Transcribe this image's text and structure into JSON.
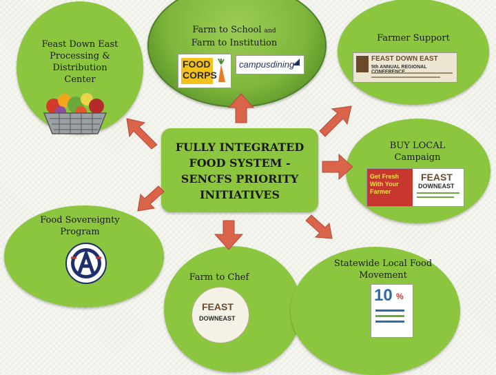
{
  "center": {
    "line1": "FULLY INTEGRATED",
    "line2": "FOOD SYSTEM -",
    "line3": "SENCFS PRIORITY",
    "line4": "INITIATIVES"
  },
  "nodes": {
    "processing": {
      "line1": "Feast Down East",
      "line2": "Processing &",
      "line3": "Distribution",
      "line4": "Center"
    },
    "school": {
      "line1a": "Farm to School",
      "line1b": "and",
      "line2": "Farm to Institution"
    },
    "farmer": {
      "line1": "Farmer Support"
    },
    "buy_local": {
      "line1": "BUY LOCAL",
      "line2": "Campaign"
    },
    "sovereignty": {
      "line1": "Food Sovereignty",
      "line2": "Program"
    },
    "chef": {
      "line1": "Farm to Chef"
    },
    "statewide": {
      "line1": "Statewide Local Food",
      "line2": "Movement"
    }
  },
  "logos": {
    "foodcorps_l1": "FOOD",
    "foodcorps_l2": "CORPS",
    "campusdining": "campusdining",
    "conf_title": "FEAST DOWN EAST",
    "conf_sub": "5th ANNUAL REGIONAL CONFERENCE",
    "buy_left1": "Get Fresh",
    "buy_left2": "With Your",
    "buy_left3": "Farmer",
    "fde_feast": "FEAST",
    "fde_downeast": "DOWNEAST",
    "chef_feast": "FEAST",
    "chef_downeast": "DOWNEAST",
    "ten_num": "10",
    "ten_pct": "%"
  },
  "colors": {
    "node_green": "#8cc63f",
    "arrow": "#d9644a",
    "arrow_stroke": "#b5473a",
    "background": "#f3f4ec"
  }
}
